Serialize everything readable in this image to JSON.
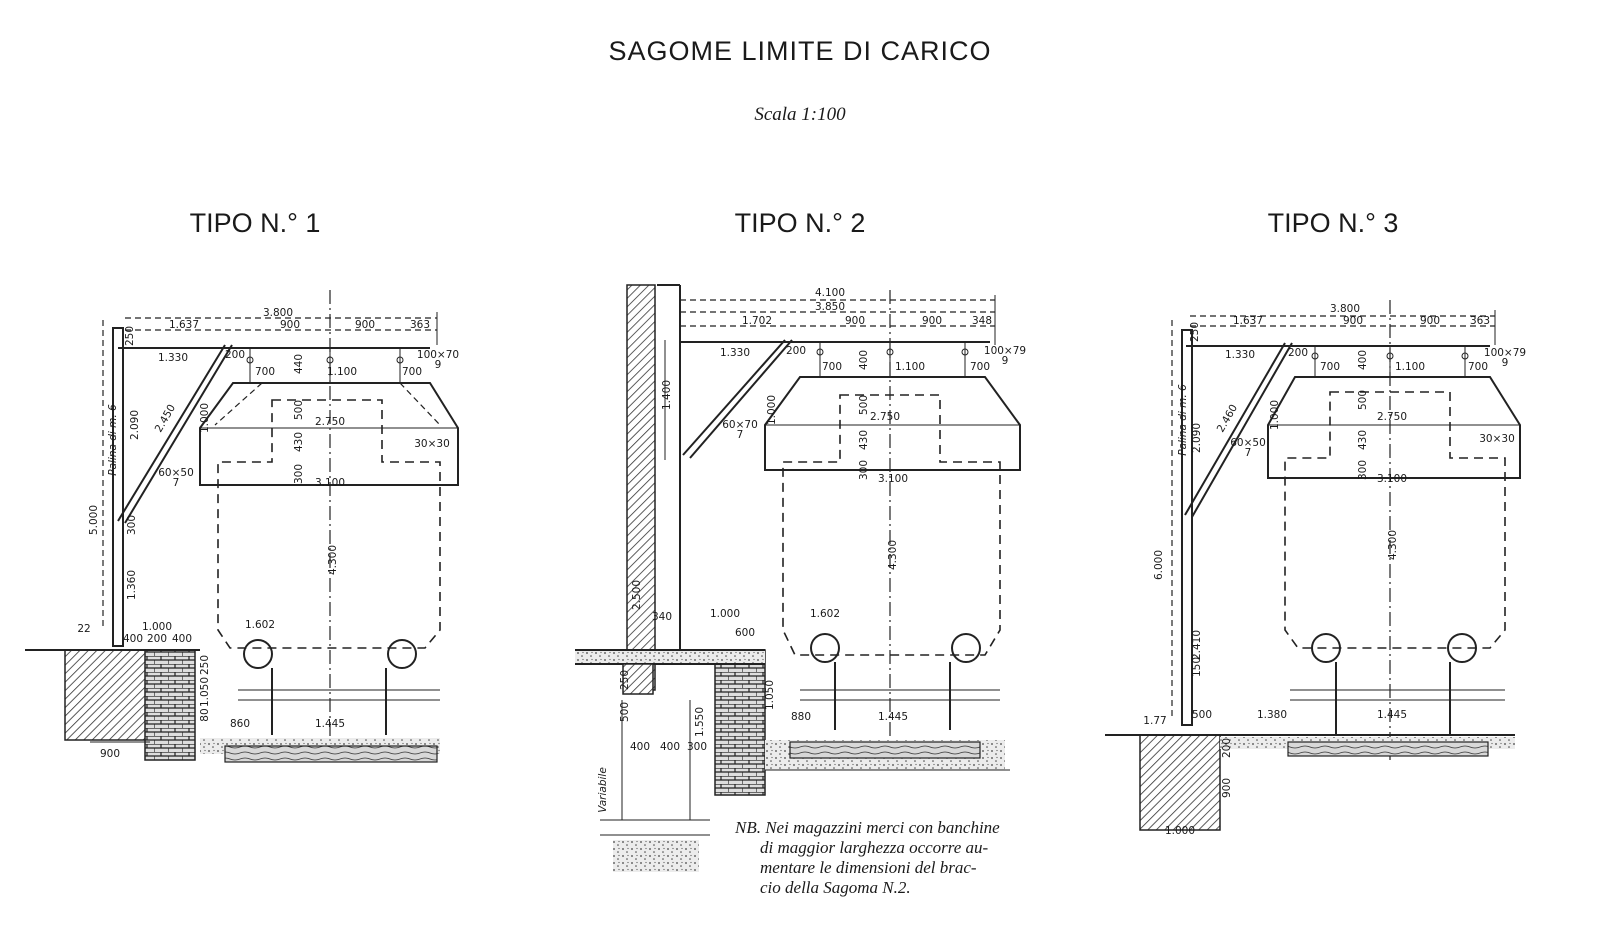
{
  "title": "SAGOME LIMITE DI CARICO",
  "scale": "Scala 1:100",
  "types": [
    {
      "label": "TIPO N.° 1",
      "dims": {
        "d3800": "3.800",
        "d1637": "1.637",
        "d900a": "900",
        "d900b": "900",
        "d363": "363",
        "d250": "250",
        "d1330": "1.330",
        "d200": "200",
        "d700a": "700",
        "d1100": "1.100",
        "d700b": "700",
        "d440": "440",
        "d100x70": "100×70",
        "d9": "9",
        "d2750": "2.750",
        "d500": "500",
        "d430": "430",
        "d2450": "2.450",
        "d1000": "1.000",
        "d2090": "2.090",
        "d30x30": "30×30",
        "d3100": "3.100",
        "d300a": "300",
        "d60x50": "60×50",
        "d7": "7",
        "d5000": "5.000",
        "d300b": "300",
        "d4300": "4.300",
        "d1360": "1.360",
        "pole": "Palina di m. 6",
        "d1602": "1.602",
        "d1000b": "1.000",
        "d22": "22",
        "d400": "400",
        "d200b": "200",
        "d400b": "400",
        "d250b": "250",
        "d1050": "1.050",
        "d80": "80",
        "d860": "860",
        "d1445": "1.445",
        "d900c": "900"
      }
    },
    {
      "label": "TIPO N.° 2",
      "dims": {
        "d4100": "4.100",
        "d3850": "3.850",
        "d1702": "1.702",
        "d900a": "900",
        "d900b": "900",
        "d348": "348",
        "d1330": "1.330",
        "d200": "200",
        "d100x79": "100×79",
        "d9": "9",
        "d700a": "700",
        "d400": "400",
        "d1100": "1.100",
        "d700b": "700",
        "d1400": "1.400",
        "d1000": "1.000",
        "d500": "500",
        "d2750": "2.750",
        "d60x70": "60×70",
        "d7": "7",
        "d430": "430",
        "d300": "300",
        "d3100": "3.100",
        "d4300": "4.300",
        "d2500": "2.500",
        "d340": "340",
        "d1000b": "1.000",
        "d1602": "1.602",
        "d600": "600",
        "d250": "250",
        "d500b": "500",
        "d1550": "1.550",
        "d1050": "1.050",
        "d880": "880",
        "d1445": "1.445",
        "d400b": "400",
        "d400c": "400",
        "d300b": "300",
        "variabile": "Variabile"
      }
    },
    {
      "label": "TIPO N.° 3",
      "dims": {
        "d3800": "3.800",
        "d1637": "1.637",
        "d900a": "900",
        "d900b": "900",
        "d363": "363",
        "d250": "250",
        "d1330": "1.330",
        "d200": "200",
        "d100x79": "100×79",
        "d9": "9",
        "d700a": "700",
        "d400": "400",
        "d1100": "1.100",
        "d700b": "700",
        "d2090": "2.090",
        "d2460": "2.460",
        "d1000": "1.000",
        "d2750": "2.750",
        "d500": "500",
        "d60x50": "60×50",
        "d7": "7",
        "d430": "430",
        "d30x30": "30×30",
        "d300": "300",
        "d3100": "3.100",
        "pole": "Palina di m. 6",
        "d6000": "6.000",
        "d4300": "4.300",
        "d2410": "2.410",
        "d150": "150",
        "d177": "1.77",
        "d500b": "500",
        "d1380": "1.380",
        "d1445": "1.445",
        "d200b": "200",
        "d900": "900",
        "d1000b": "1.000"
      }
    }
  ],
  "note": {
    "line1": "NB. Nei magazzini merci con banchine",
    "line2": "di maggior larghezza occorre au-",
    "line3": "mentare le dimensioni del brac-",
    "line4": "cio della Sagoma N.2."
  }
}
